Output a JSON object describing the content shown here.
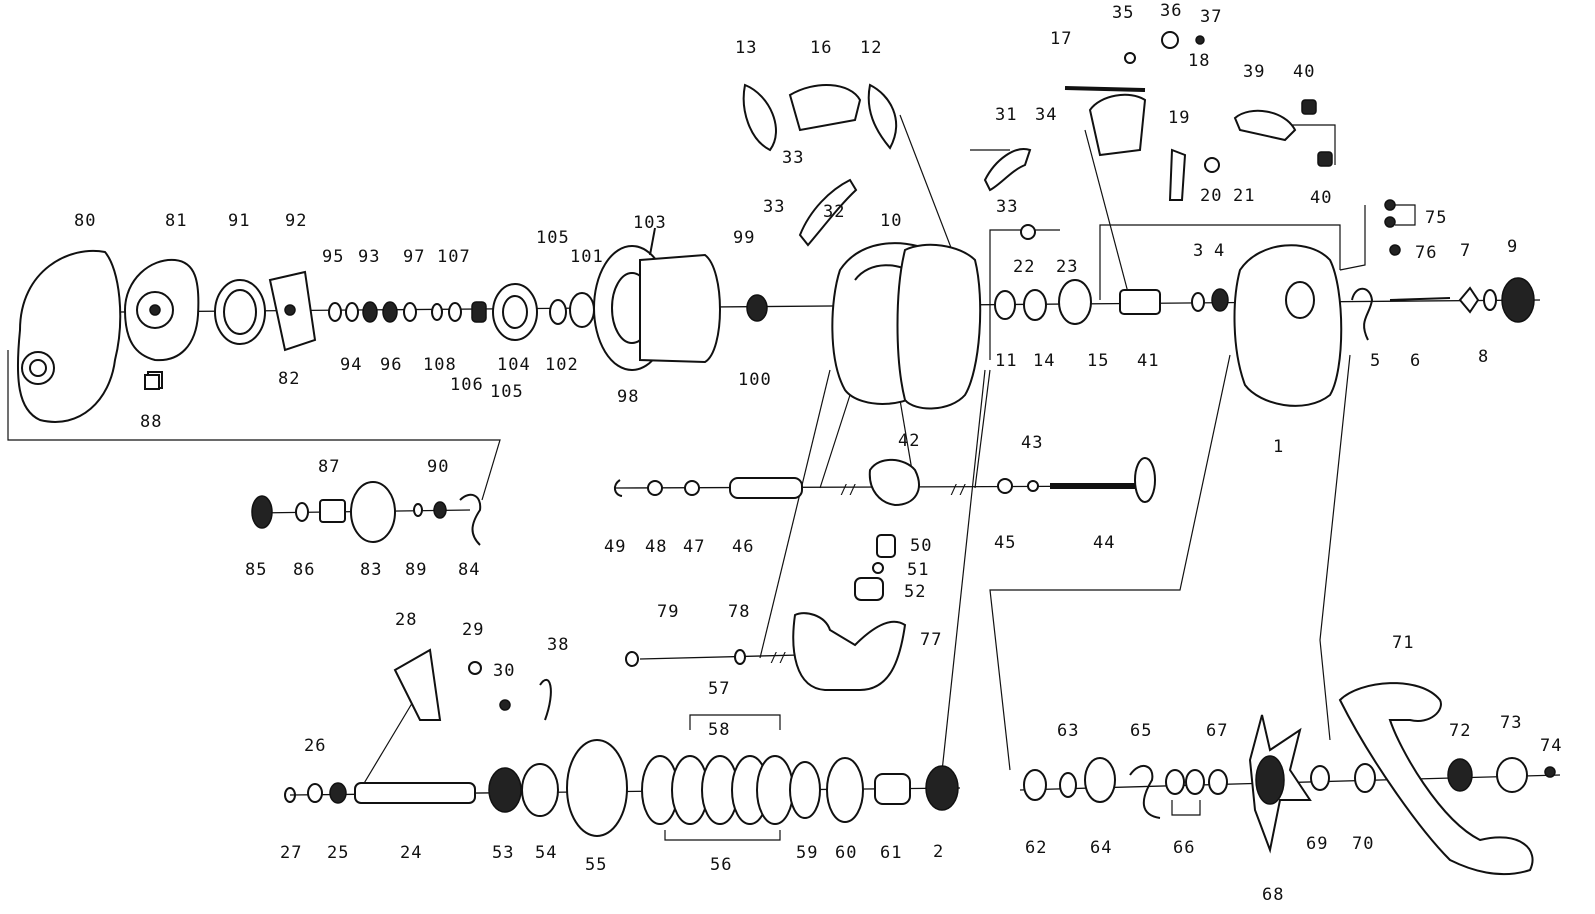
{
  "diagram": {
    "labels": {
      "p1": "1",
      "p2": "2",
      "p3": "3",
      "p4": "4",
      "p5": "5",
      "p6": "6",
      "p7": "7",
      "p8": "8",
      "p9": "9",
      "p10": "10",
      "p11": "11",
      "p12": "12",
      "p13": "13",
      "p14": "14",
      "p15": "15",
      "p16": "16",
      "p17": "17",
      "p18": "18",
      "p19": "19",
      "p20": "20",
      "p21": "21",
      "p22": "22",
      "p23": "23",
      "p24": "24",
      "p25": "25",
      "p26": "26",
      "p27": "27",
      "p28": "28",
      "p29": "29",
      "p30": "30",
      "p31": "31",
      "p32": "32",
      "p33a": "33",
      "p33b": "33",
      "p33c": "33",
      "p34": "34",
      "p35": "35",
      "p36": "36",
      "p37": "37",
      "p38": "38",
      "p39": "39",
      "p40a": "40",
      "p40b": "40",
      "p41": "41",
      "p42": "42",
      "p43": "43",
      "p44": "44",
      "p45": "45",
      "p46": "46",
      "p47": "47",
      "p48": "48",
      "p49": "49",
      "p50": "50",
      "p51": "51",
      "p52": "52",
      "p53": "53",
      "p54": "54",
      "p55": "55",
      "p56": "56",
      "p57": "57",
      "p58": "58",
      "p59": "59",
      "p60": "60",
      "p61": "61",
      "p62": "62",
      "p63": "63",
      "p64": "64",
      "p65": "65",
      "p66": "66",
      "p67": "67",
      "p68": "68",
      "p69": "69",
      "p70": "70",
      "p71": "71",
      "p72": "72",
      "p73": "73",
      "p74": "74",
      "p75": "75",
      "p76": "76",
      "p77": "77",
      "p78": "78",
      "p79": "79",
      "p80": "80",
      "p81": "81",
      "p82": "82",
      "p83": "83",
      "p84": "84",
      "p85": "85",
      "p86": "86",
      "p87": "87",
      "p88": "88",
      "p89": "89",
      "p90": "90",
      "p91": "91",
      "p92": "92",
      "p93": "93",
      "p94": "94",
      "p95": "95",
      "p96": "96",
      "p97": "97",
      "p98": "98",
      "p99": "99",
      "p100": "100",
      "p101": "101",
      "p102": "102",
      "p103": "103",
      "p104": "104",
      "p105a": "105",
      "p105b": "105",
      "p106": "106",
      "p107": "107",
      "p108": "108"
    }
  }
}
